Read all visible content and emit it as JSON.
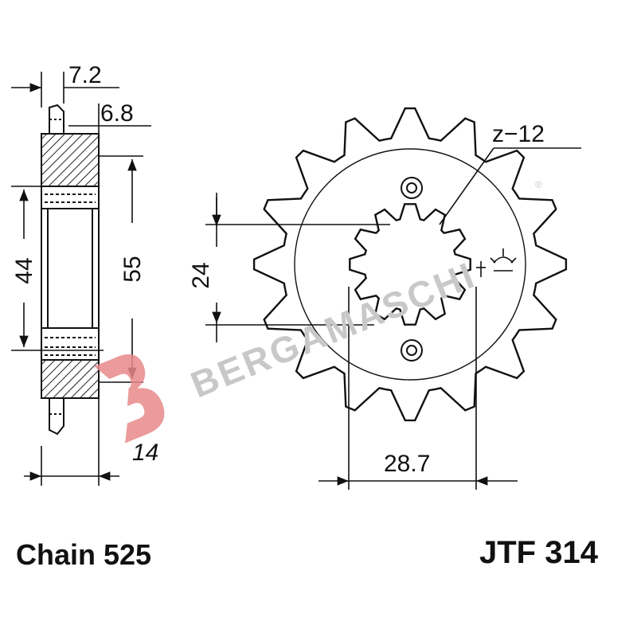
{
  "watermark": {
    "brand_text": "BERGAMASCHI",
    "registered_mark": "®",
    "logo_color": "#e88a8a",
    "text_color": "#c8c8c8"
  },
  "dimensions": {
    "d_7_2": "7.2",
    "d_6_8": "6.8",
    "d_44": "44",
    "d_55": "55",
    "d_24": "24",
    "d_14": "14",
    "d_28_7": "28.7",
    "teeth": "z−12"
  },
  "labels": {
    "chain": "Chain 525",
    "part": "JTF 314"
  },
  "sprocket": {
    "outer_teeth": 16,
    "inner_splines": 12
  }
}
